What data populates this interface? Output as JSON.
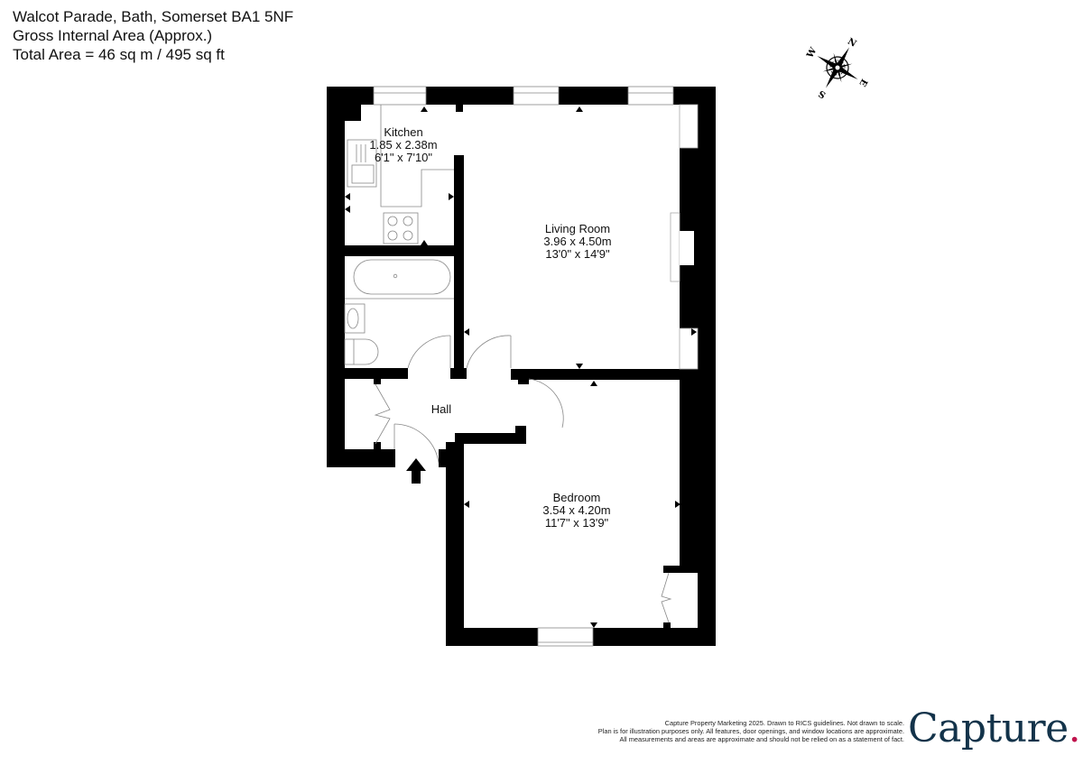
{
  "header": {
    "address": "Walcot Parade, Bath, Somerset  BA1 5NF",
    "area_label": "Gross Internal Area (Approx.)",
    "total_area": "Total Area = 46 sq m / 495 sq ft"
  },
  "compass": {
    "icon": "compass-rose-icon",
    "north": "N",
    "east": "E",
    "south": "S",
    "west": "W"
  },
  "rooms": [
    {
      "name": "Kitchen",
      "metric": "1.85 x 2.38m",
      "imperial": "6'1\" x 7'10\""
    },
    {
      "name": "Living Room",
      "metric": "3.96 x 4.50m",
      "imperial": "13'0\" x 14'9\""
    },
    {
      "name": "Hall",
      "metric": "",
      "imperial": ""
    },
    {
      "name": "Bedroom",
      "metric": "3.54 x 4.20m",
      "imperial": "11'7\" x 13'9\""
    }
  ],
  "entrance": {
    "icon": "entrance-arrow-icon"
  },
  "footer": {
    "line1": "Capture Property Marketing 2025. Drawn to RICS guidelines.  Not drawn to scale.",
    "line2": "Plan is for illustration purposes only. All features, door openings, and window locations are approximate.",
    "line3": "All measurements and areas are approximate and should not be relied on as a statement of fact."
  },
  "logo": {
    "text": "Capture",
    "dot": ".",
    "color": "#13334a",
    "dot_color": "#c0144d"
  }
}
